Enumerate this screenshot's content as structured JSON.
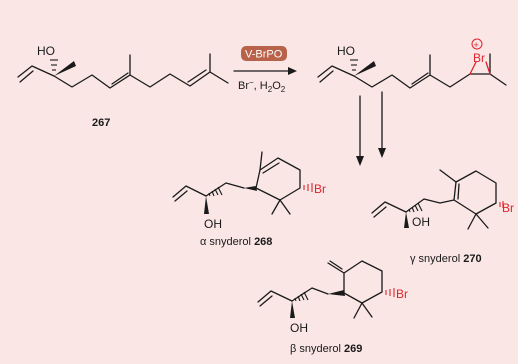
{
  "labels": {
    "oh": "HO",
    "oh_reversed": "OH",
    "br": "Br",
    "plus": "+"
  },
  "compound_267": {
    "number": "267"
  },
  "reaction": {
    "enzyme": "V-BrPO",
    "reagent_main": "Br",
    "reagent_charge": "−",
    "reagent_sep": ", H",
    "reagent_sub": "2",
    "reagent_o": "O",
    "reagent_sub2": "2"
  },
  "alpha": {
    "greek": "α",
    "name": " snyderol ",
    "number": "268"
  },
  "beta": {
    "greek": "β",
    "name": " snyderol ",
    "number": "269"
  },
  "gamma": {
    "greek": "γ",
    "name": " snyderol ",
    "number": "270"
  },
  "colors": {
    "background": "#fbe6e6",
    "enzyme_box": "#b9624a",
    "bromine": "#e0242c",
    "ink": "#1a1a1a"
  }
}
